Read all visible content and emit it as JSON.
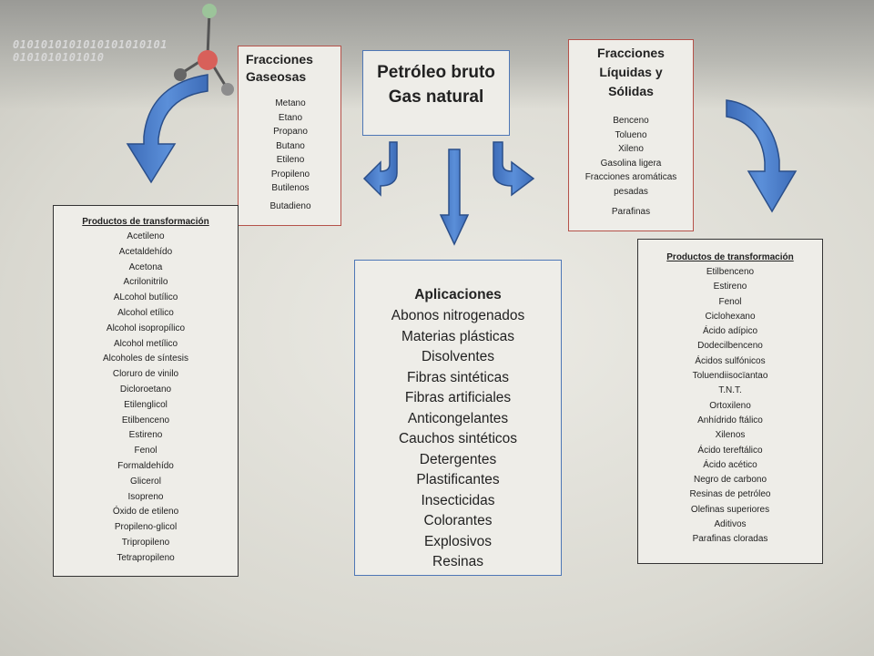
{
  "decor": {
    "binary_line_1": "0101010101010101010101",
    "binary_line_2": "0101010101010"
  },
  "source_box": {
    "line_1": "Petróleo bruto",
    "line_2": "Gas natural"
  },
  "gaseous": {
    "title": "Fracciones Gaseosas",
    "items": [
      "Metano",
      "Etano",
      "Propano",
      "Butano",
      "Etileno",
      "Propileno",
      "Butilenos"
    ],
    "extra": "Butadieno"
  },
  "liquid": {
    "title_1": "Fracciones",
    "title_2": "Líquidas y",
    "title_3": "Sólidas",
    "items": [
      "Benceno",
      "Tolueno",
      "Xileno",
      "Gasolina ligera",
      "Fracciones aromáticas",
      "pesadas"
    ],
    "extra": "Parafinas"
  },
  "left_products": {
    "title": "Productos de transformación",
    "items": [
      "Acetileno",
      "Acetaldehído",
      "Acetona",
      "Acrilonitrilo",
      "ALcohol butílico",
      "Alcohol etílico",
      "Alcohol isopropílico",
      "Alcohol metílico",
      "Alcoholes de síntesis",
      "Cloruro de vinilo",
      "Dicloroetano",
      "Etilenglicol",
      "Etilbenceno",
      "Estireno",
      "Fenol",
      "Formaldehído",
      "Glicerol",
      "Isopreno",
      "Óxido de etileno",
      "Propileno-glicol",
      "Tripropileno",
      "Tetrapropileno"
    ]
  },
  "applications": {
    "title": "Aplicaciones",
    "items": [
      "Abonos nitrogenados",
      "Materias plásticas",
      "Disolventes",
      "Fibras sintéticas",
      "Fibras artificiales",
      "Anticongelantes",
      "Cauchos sintéticos",
      "Detergentes",
      "Plastificantes",
      "Insecticidas",
      "Colorantes",
      "Explosivos",
      "Resinas"
    ]
  },
  "right_products": {
    "title": "Productos de transformación",
    "items": [
      "Etilbenceno",
      "Estireno",
      "Fenol",
      "Ciclohexano",
      "Ácido adípico",
      "Dodecilbenceno",
      "Ácidos sulfónicos",
      "Toluendiisocïantao",
      "T.N.T.",
      "Ortoxileno",
      "Anhídrido ftálico",
      "Xilenos",
      "Ácido tereftálico",
      "Ácido acético",
      "Negro de carbono",
      "Resinas de petróleo",
      "Olefinas superiores",
      "Aditivos",
      "Parafinas cloradas"
    ]
  },
  "colors": {
    "arrow_fill": "#4a7cc9",
    "arrow_stroke": "#2b4f8a",
    "gaseous_border": "#b5524a",
    "source_border": "#4e77b6"
  }
}
